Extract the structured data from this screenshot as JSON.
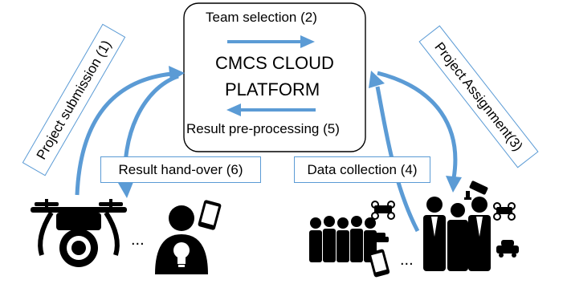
{
  "platform": {
    "title_line1": "CMCS CLOUD",
    "title_line2": "PLATFORM",
    "top_label": "Team selection (2)",
    "bottom_label": "Result pre-processing (5)"
  },
  "flows": {
    "project_submission": "Project submission (1)",
    "project_assignment": "Project Assignment(3)",
    "result_handover": "Result hand-over (6)",
    "data_collection": "Data collection (4)"
  },
  "ellipsis": "...",
  "colors": {
    "arrow": "#5b9bd5",
    "box_border": "#5b9bd5",
    "icon": "#000000",
    "platform_border": "#000000"
  },
  "icons": [
    "drone-icon",
    "idea-person-icon",
    "crowd-icon",
    "team-icon",
    "smartphone-icon",
    "camera-icon",
    "car-icon"
  ]
}
